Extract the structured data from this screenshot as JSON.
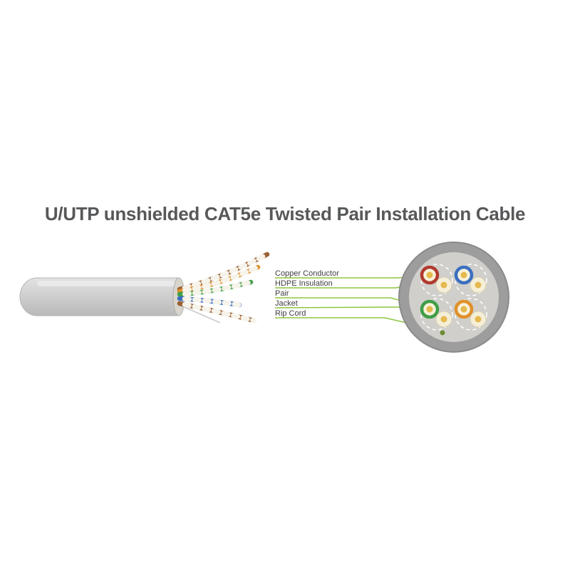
{
  "page": {
    "title": "U/UTP unshielded CAT5e Twisted Pair Installation Cable"
  },
  "callouts": [
    {
      "text": "Copper Conductor"
    },
    {
      "text": "HDPE Insulation"
    },
    {
      "text": "Pair"
    },
    {
      "text": "Jacket"
    },
    {
      "text": "Rip Cord"
    }
  ],
  "colors": {
    "leader_line_green": "#8dc63f",
    "pair_brown": "#9a5f33",
    "pair_orange": "#e0912b",
    "pair_green": "#3f9e47",
    "pair_blue": "#3a6fc0",
    "ring_red": "#b03a2e",
    "copper_yellow": "#e5b94e",
    "cross_section_gray": "#9d9d9d",
    "cross_section_inner_gray": "#d0cfcb",
    "jacket_gray": "#cccccc",
    "rip_cord_dot": "#6d8c2f"
  }
}
